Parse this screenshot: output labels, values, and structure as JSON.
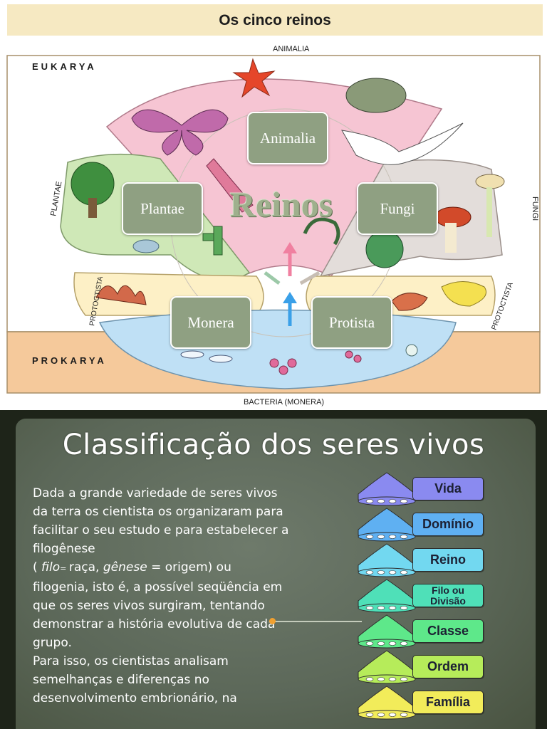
{
  "top_slide": {
    "title": "Os cinco reinos",
    "diagram": {
      "labels": {
        "eukarya": "EUKARYA",
        "prokarya": "PROKARYA",
        "animalia_top": "ANIMALIA",
        "plantae_side": "PLANTAE",
        "fungi_side": "FUNGI",
        "protoctista_left": "PROTOCTISTA",
        "protoctista_right": "PROTOCTISTA",
        "bacteria": "BACTERIA (MONERA)"
      },
      "center_label": "Reinos",
      "nodes": {
        "animalia": "Animalia",
        "plantae": "Plantae",
        "fungi": "Fungi",
        "monera": "Monera",
        "protista": "Protista"
      }
    }
  },
  "bottom_slide": {
    "title": "Classificação dos seres vivos",
    "paragraph": {
      "intro": " Dada a grande variedade de seres vivos da terra os cientista os organizaram para facilitar o seu estudo e para estabelecer a filogênese",
      "paren_open": "( ",
      "filo_term": "filo",
      "filo_sep": "= ",
      "filo_meaning": "raça,  ",
      "genese_term": "gênese",
      "genese_meaning": " = origem) ou",
      "rest": "filogenia, isto é, a possível seqüência em que os seres vivos surgiram, tentando demonstrar a história evolutiva de cada grupo.",
      "second": "Para isso, os cientistas analisam semelhanças e diferenças no desenvolvimento embrionário, na"
    },
    "taxonomy": [
      {
        "label": "Vida",
        "color": "#8a8af0"
      },
      {
        "label": "Domínio",
        "color": "#5fb0f2"
      },
      {
        "label": "Reino",
        "color": "#72d8f0"
      },
      {
        "label": "Filo ou Divisão",
        "color": "#4fe0b8"
      },
      {
        "label": "Classe",
        "color": "#5ee88a"
      },
      {
        "label": "Ordem",
        "color": "#b6ec5a"
      },
      {
        "label": "Família",
        "color": "#f2ec5a"
      }
    ]
  }
}
